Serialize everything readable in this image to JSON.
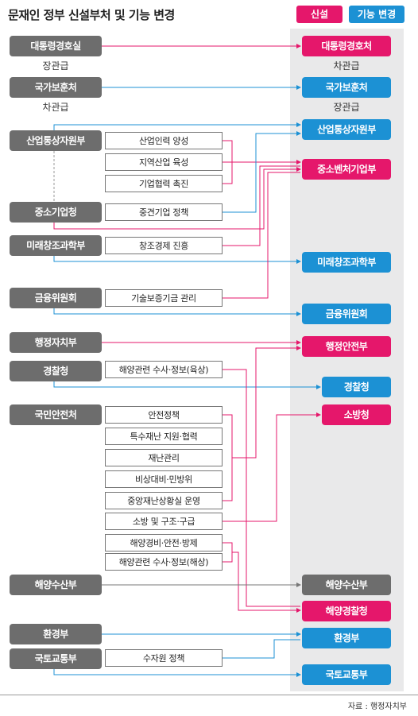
{
  "title": "문재인 정부 신설부처 및 기능 변경",
  "legend": {
    "new_label": "신설",
    "changed_label": "기능 변경",
    "new_color": "#e5176b",
    "changed_color": "#1c91d4"
  },
  "left": {
    "g1": "대통령경호실",
    "g1_sub": "장관급",
    "g2": "국가보훈처",
    "g2_sub": "차관급",
    "g3": "산업통상자원부",
    "g4": "중소기업청",
    "g5": "미래창조과학부",
    "g6": "금융위원회",
    "g7": "행정자치부",
    "g8": "경찰청",
    "g9": "국민안전처",
    "g10": "해양수산부",
    "g11": "환경부",
    "g12": "국토교통부"
  },
  "functions": {
    "f1": "산업인력 양성",
    "f2": "지역산업 육성",
    "f3": "기업협력 촉진",
    "f4": "중견기업 정책",
    "f5": "창조경제 진흥",
    "f6": "기술보증기금 관리",
    "f7": "해양관련 수사·정보(육상)",
    "f8": "안전정책",
    "f9": "특수재난 지원·협력",
    "f10": "재난관리",
    "f11": "비상대비·민방위",
    "f12": "중앙재난상황실 운영",
    "f13": "소방 및 구조·구급",
    "f14": "해양경비·안전·방제",
    "f15": "해양관련 수사·정보(해상)",
    "f16": "수자원 정책"
  },
  "right": {
    "r1": "대통령경호처",
    "r1_sub": "차관급",
    "r2": "국가보훈처",
    "r2_sub": "장관급",
    "r3": "산업통상자원부",
    "r4": "중소벤처기업부",
    "r5": "미래창조과학부",
    "r6": "금융위원회",
    "r7": "행정안전부",
    "r8": "경찰청",
    "r9": "소방청",
    "r10": "해양수산부",
    "r11": "해양경찰청",
    "r12": "환경부",
    "r13": "국토교통부"
  },
  "source": "자료 : 행정자치부"
}
